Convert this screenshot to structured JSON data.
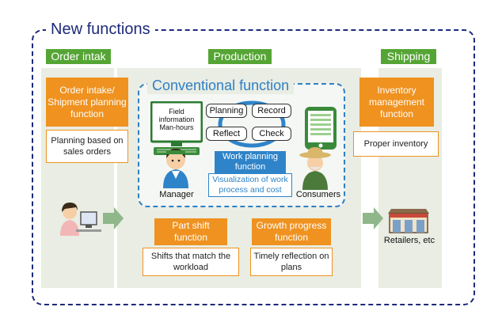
{
  "title": "New functions",
  "columns": {
    "order_intake": "Order intak",
    "production": "Production",
    "shipping": "Shipping"
  },
  "order_box": {
    "title": "Order intake/ Shipment planning function",
    "detail": "Planning based on sales orders"
  },
  "conventional": {
    "title": "Conventional function",
    "monitor_text": "Field information Man-hours",
    "cycle": [
      "Planning",
      "Record",
      "Reflect",
      "Check"
    ],
    "work_planning": "Work planning function",
    "visualization": "Visualization of work process and cost",
    "manager": "Manager",
    "consumers": "Consumers"
  },
  "inventory_box": {
    "title": "Inventory management function",
    "detail": "Proper inventory"
  },
  "part_shift": {
    "title": "Part shift function",
    "detail": "Shifts that match the workload"
  },
  "growth": {
    "title": "Growth progress function",
    "detail": "Timely reflection on plans"
  },
  "retailers": "Retailers, etc",
  "colors": {
    "orange": "#ef9220",
    "green": "#55a535",
    "blue": "#2f84c9",
    "navy": "#1e2a7a",
    "panel": "#e9ede3"
  }
}
